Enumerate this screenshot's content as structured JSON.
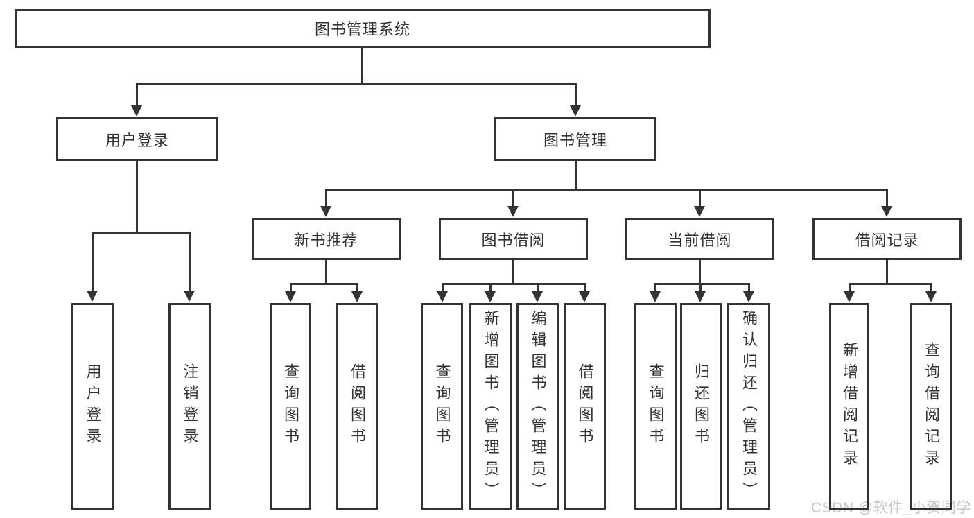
{
  "tree": {
    "root": "图书管理系统",
    "branches": [
      {
        "label": "用户登录",
        "children": [
          {
            "label": "用户登录"
          },
          {
            "label": "注销登录"
          }
        ]
      },
      {
        "label": "图书管理",
        "children": [
          {
            "label": "新书推荐",
            "children": [
              {
                "label": "查询图书"
              },
              {
                "label": "借阅图书"
              }
            ]
          },
          {
            "label": "图书借阅",
            "children": [
              {
                "label": "查询图书"
              },
              {
                "label": "新增图书（管理员）"
              },
              {
                "label": "编辑图书（管理员）"
              },
              {
                "label": "借阅图书"
              }
            ]
          },
          {
            "label": "当前借阅",
            "children": [
              {
                "label": "查询图书"
              },
              {
                "label": "归还图书"
              },
              {
                "label": "确认归还（管理员）"
              }
            ]
          },
          {
            "label": "借阅记录",
            "children": [
              {
                "label": "新增借阅记录"
              },
              {
                "label": "查询借阅记录"
              }
            ]
          }
        ]
      }
    ]
  },
  "watermark": "CSDN @软件_小贺同学",
  "colors": {
    "line": "#333333",
    "text": "#333333",
    "watermark": "#c6c6c6",
    "background": "#ffffff"
  }
}
